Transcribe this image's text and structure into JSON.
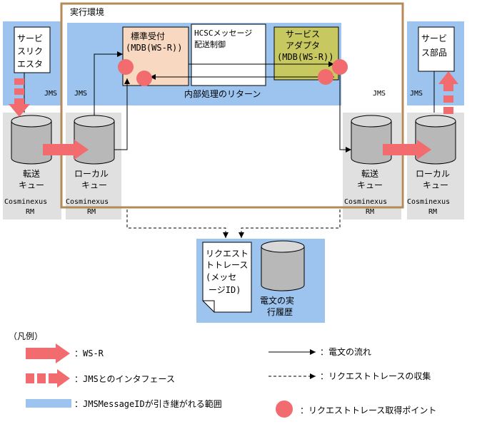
{
  "env_title": "実行環境",
  "service_requester": [
    "サービ",
    "スリク",
    "エスタ"
  ],
  "service_part": [
    "サービ",
    "ス部品"
  ],
  "std_reception": [
    "標準受付",
    "(MDB(WS-R))"
  ],
  "hcsc_box": [
    "HCSCメッセージ",
    "配送制御"
  ],
  "service_adapter": [
    "サービス",
    "アダプタ",
    "(MDB(WS-R))"
  ],
  "internal_return": "内部処理のリターン",
  "jms": "JMS",
  "transfer_queue": [
    "転送",
    "キュー"
  ],
  "local_queue": [
    "ローカル",
    "キュー"
  ],
  "rm_label": [
    "Cosminexus",
    "RM"
  ],
  "request_trace": [
    "リクエスト",
    "トトレース",
    "(メッセ",
    "ージID)"
  ],
  "exec_history": [
    "電文の実",
    "行履歴"
  ],
  "legend": {
    "title": "（凡例）",
    "wsr": "：WS-R",
    "jms_if": "：JMSとのインタフェース",
    "jms_range": "：JMSMessageIDが引き継がれる範囲",
    "msg_flow": "：電文の流れ",
    "trace_collect": "：リクエストトレースの収集",
    "trace_point": "：リクエストトレース取得ポイント"
  },
  "colors": {
    "jms_range": "#9dc3ef",
    "gray_panel": "#e0e0e0",
    "env_border": "#b58a5a",
    "std_fill": "#f8d8c0",
    "adapter_fill": "#c8c860",
    "red": "#f26b6e"
  }
}
